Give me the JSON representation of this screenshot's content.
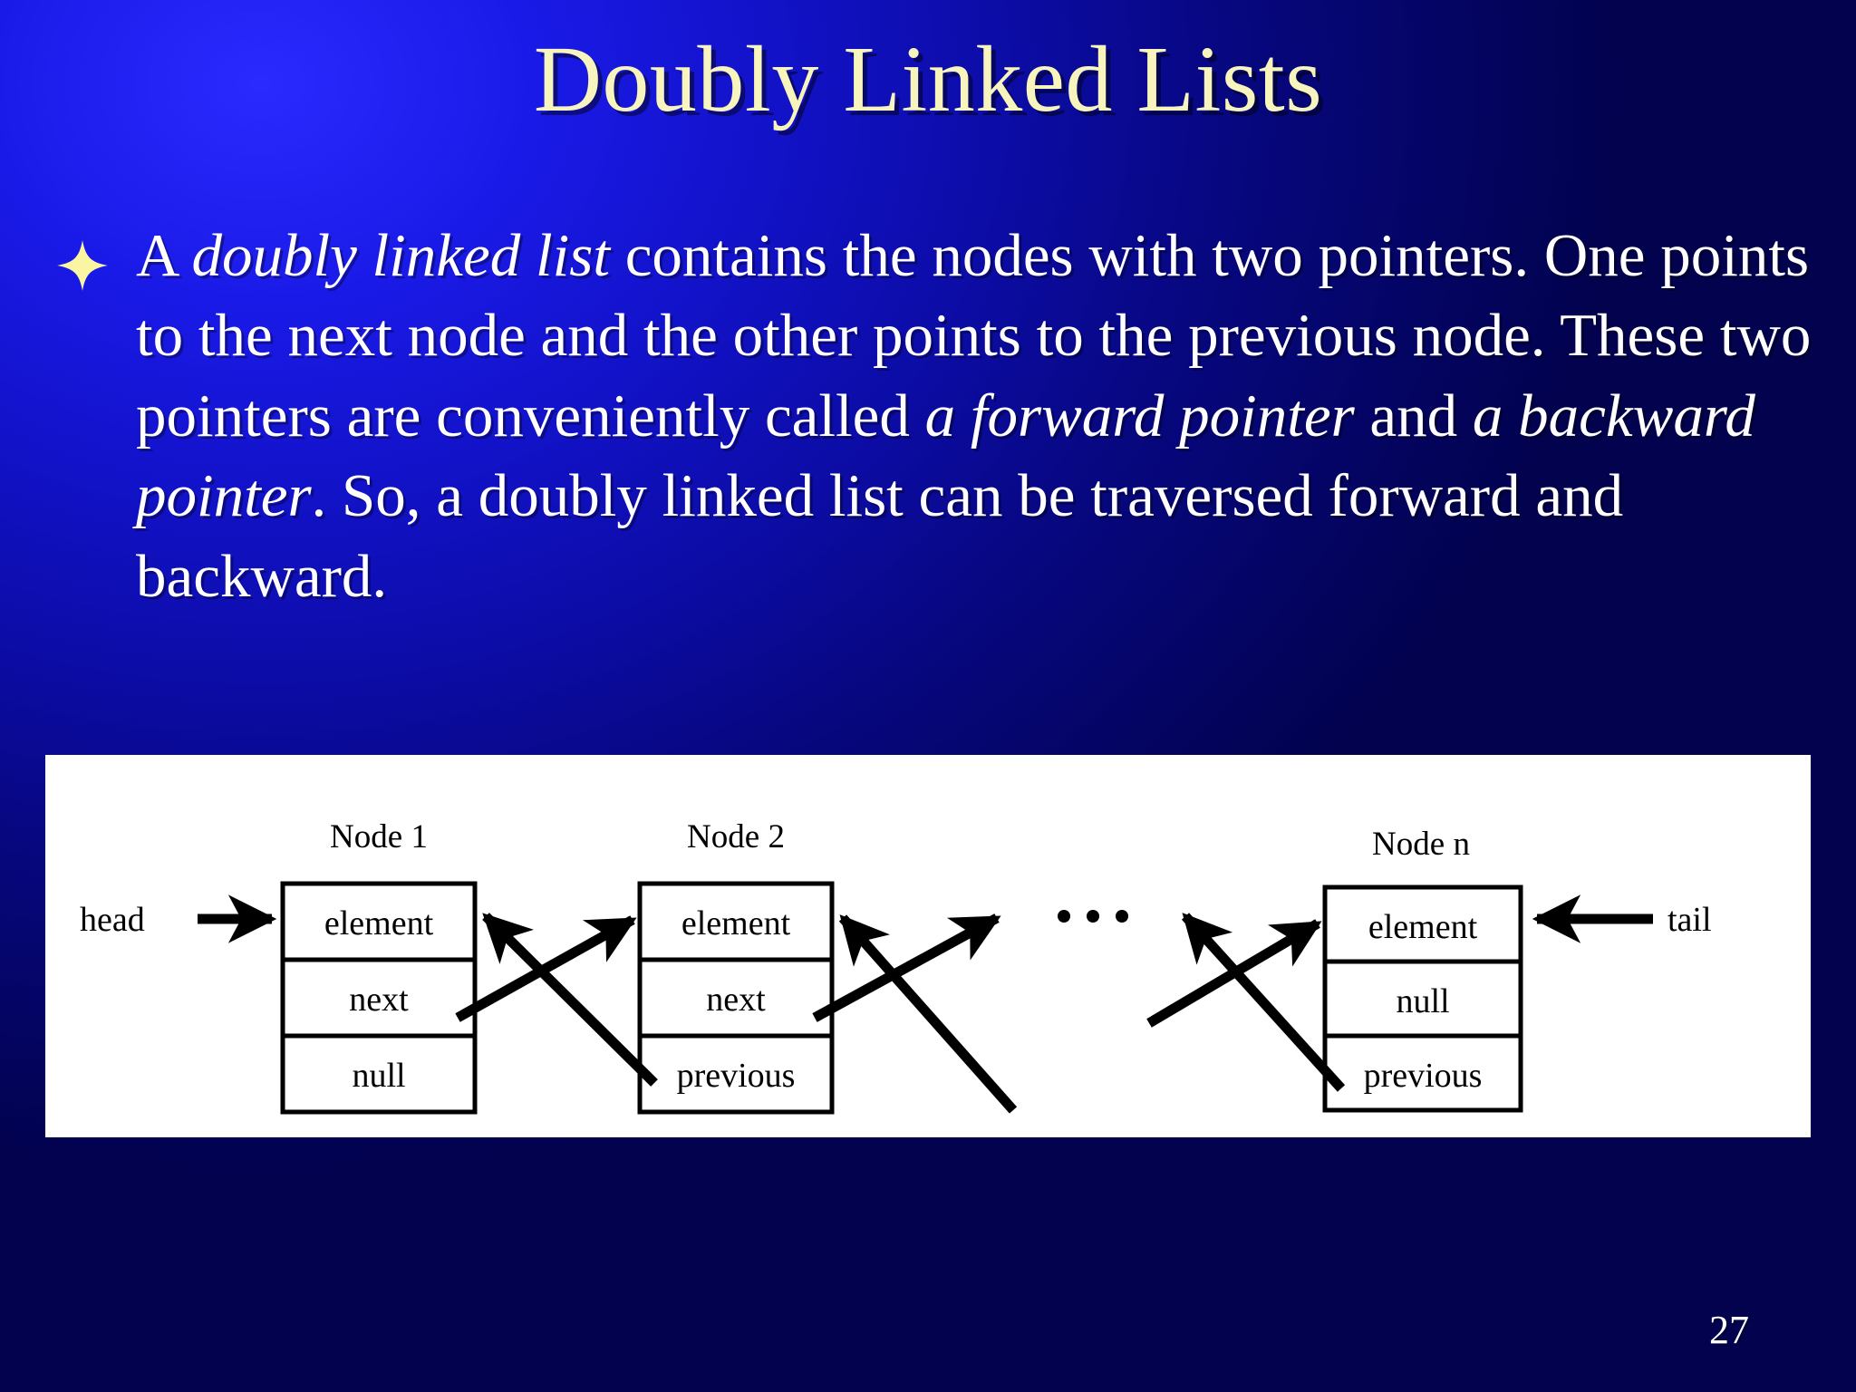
{
  "slide": {
    "title": "Doubly Linked Lists",
    "page_number": "27",
    "title_color": "#F7F4BD",
    "text_color": "#FFFFFF",
    "background_from": "#2A2AFF",
    "background_to": "#02024F",
    "panel_color": "#FFFFFF",
    "diagram_ink": "#000000",
    "bullet_color": "#FAF5A0"
  },
  "body": {
    "bullet_icon": "four-point-star-bullet",
    "segments": [
      {
        "text": "A ",
        "style": "normal"
      },
      {
        "text": "doubly linked list",
        "style": "italic"
      },
      {
        "text": " contains the nodes with two pointers. One points to the next node and the other points to the previous node. These two pointers are conveniently called ",
        "style": "normal"
      },
      {
        "text": "a forward pointer",
        "style": "italic"
      },
      {
        "text": " and ",
        "style": "normal"
      },
      {
        "text": "a backward pointer",
        "style": "italic"
      },
      {
        "text": ". So, a doubly linked list can be traversed forward and backward.",
        "style": "normal"
      }
    ],
    "plain_text": "A doubly linked list contains the nodes with two pointers. One points to the next node and the other points to the previous node. These two pointers are conveniently called a forward pointer and a backward pointer. So, a doubly linked list can be traversed forward and backward."
  },
  "diagram": {
    "head_label": "head",
    "tail_label": "tail",
    "ellipsis": "···",
    "nodes": [
      {
        "title": "Node 1",
        "cells": [
          "element",
          "next",
          "null"
        ]
      },
      {
        "title": "Node 2",
        "cells": [
          "element",
          "next",
          "previous"
        ]
      },
      {
        "title": "Node n",
        "cells": [
          "element",
          "null",
          "previous"
        ]
      }
    ],
    "pointer_notes": [
      "head points to Node 1 element",
      "Node 1 next points to Node 2 element",
      "Node 2 previous points to Node 1 element",
      "Node 2 next points onward to the following node",
      "Node n previous points back to the preceding node",
      "tail points to Node n element"
    ]
  }
}
